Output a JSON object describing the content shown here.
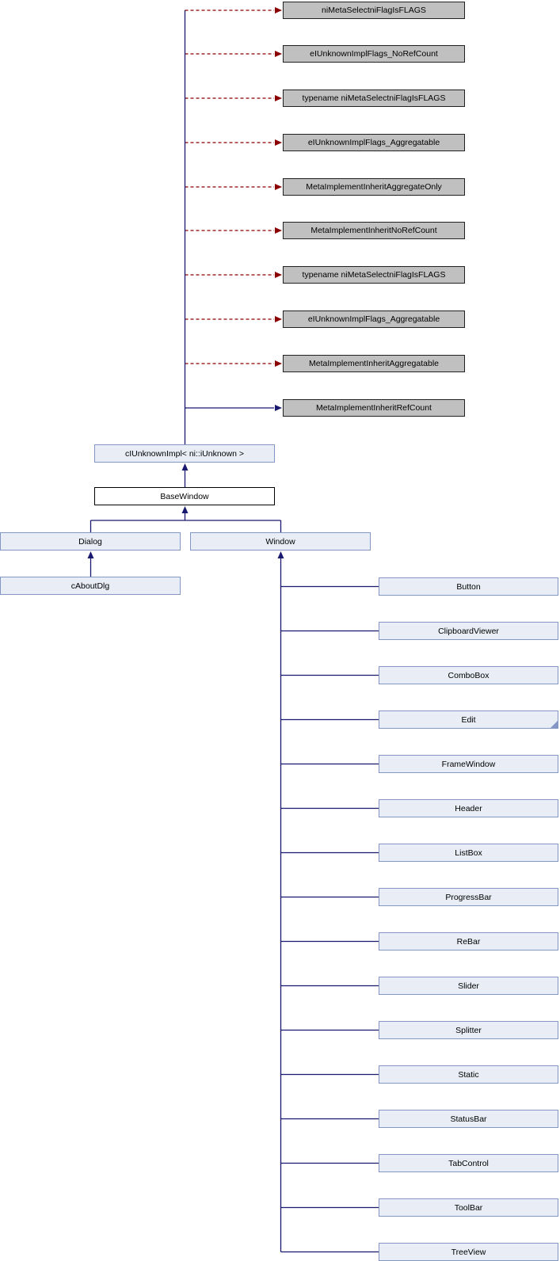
{
  "diagram": {
    "type": "class-inheritance-graph",
    "colors": {
      "inheritance_edge": "#191970",
      "template_relation_edge": "#8b0000",
      "linked_node_fill": "#e8edf6",
      "linked_node_border": "#8496c4",
      "external_node_fill": "#c0c0c0",
      "current_node_fill": "#ffffff"
    },
    "template_nodes": [
      "niMetaSelectniFlagIsFLAGS",
      "eIUnknownImplFlags_NoRefCount",
      "typename niMetaSelectniFlagIsFLAGS",
      "eIUnknownImplFlags_Aggregatable",
      "MetaImplementInheritAggregateOnly",
      "MetaImplementInheritNoRefCount",
      "typename niMetaSelectniFlagIsFLAGS",
      "eIUnknownImplFlags_Aggregatable",
      "MetaImplementInheritAggregatable",
      "MetaImplementInheritRefCount"
    ],
    "chain": {
      "ciunknownimpl": "cIUnknownImpl< ni::iUnknown >",
      "basewindow": "BaseWindow",
      "dialog": "Dialog",
      "window": "Window",
      "caboutdlg": "cAboutDlg"
    },
    "window_children": [
      "Button",
      "ClipboardViewer",
      "ComboBox",
      "Edit",
      "FrameWindow",
      "Header",
      "ListBox",
      "ProgressBar",
      "ReBar",
      "Slider",
      "Splitter",
      "Static",
      "StatusBar",
      "TabControl",
      "ToolBar",
      "TreeView"
    ]
  }
}
